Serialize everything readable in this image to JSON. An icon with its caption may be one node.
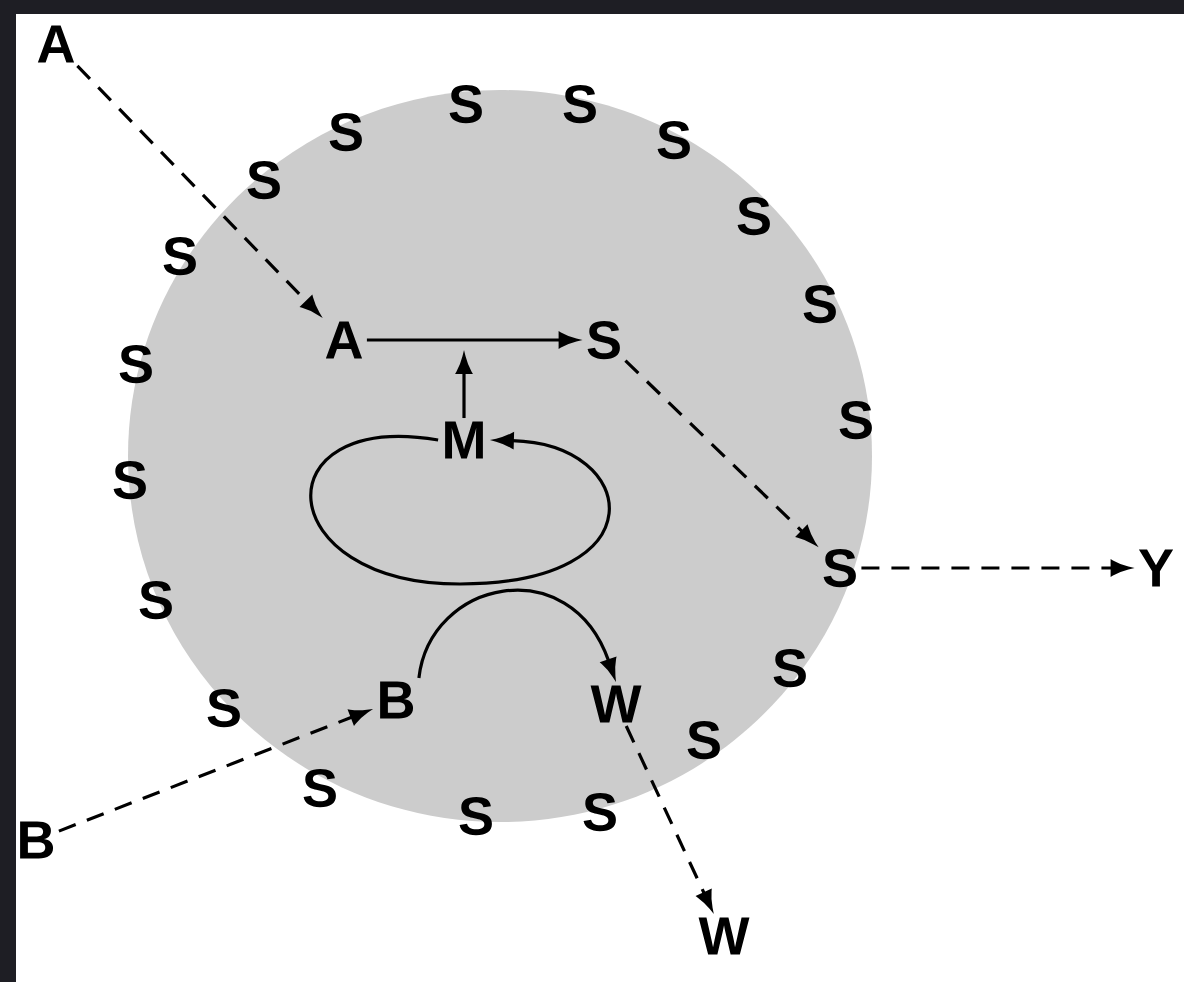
{
  "diagram": {
    "nodes": [
      {
        "text": [],
        "shape": "circle"
      },
      {
        "text": [
          "A"
        ]
      },
      {
        "text": [
          "A"
        ],
        "in": 0
      },
      {
        "text": [
          "S"
        ],
        "in": 0
      },
      {
        "text": [
          "M"
        ],
        "in": 0
      },
      {
        "text": [
          "B"
        ],
        "in": 0
      },
      {
        "text": [
          "W"
        ],
        "in": 0
      },
      {
        "text": [
          "S"
        ],
        "in": 0
      },
      {
        "text": [
          "Y"
        ]
      },
      {
        "text": [
          "B"
        ]
      },
      {
        "text": [
          "W"
        ]
      }
    ],
    "edges": [
      {
        "from": 1,
        "to": 2,
        "arrow": "to",
        "style": "dashed"
      },
      {
        "from": 2,
        "to": 3,
        "arrow": "to"
      },
      {
        "from": 4,
        "to": null,
        "arrow": "to"
      },
      {
        "from": 3,
        "to": 7,
        "arrow": "to",
        "style": "dashed"
      },
      {
        "from": 7,
        "to": 8,
        "arrow": "to",
        "style": "dashed"
      },
      {
        "from": 9,
        "to": 5,
        "arrow": "to",
        "style": "dashed"
      },
      {
        "from": 4,
        "to": 4,
        "arrow": "to"
      },
      {
        "from": 5,
        "to": 6,
        "arrow": "to"
      },
      {
        "from": 6,
        "to": 10,
        "arrow": "to",
        "style": "dashed"
      }
    ],
    "labels": [
      "S",
      "S",
      "S",
      "S",
      "S",
      "S",
      "S",
      "S",
      "S",
      "S",
      "S",
      "S",
      "S",
      "S",
      "S",
      "S",
      "S",
      "S"
    ]
  }
}
